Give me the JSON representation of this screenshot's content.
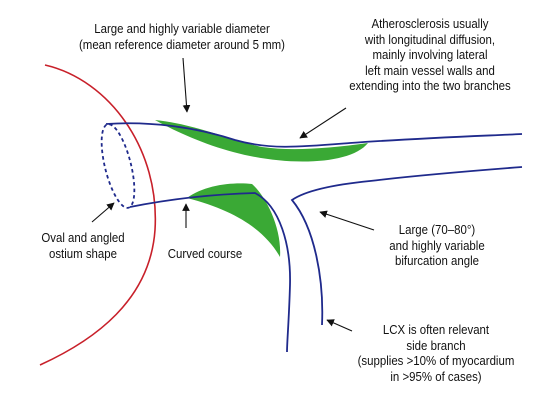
{
  "annotations": {
    "diameter": {
      "line1": "Large and highly variable diameter",
      "line2": "(mean reference diameter around 5 mm)"
    },
    "atherosclerosis": {
      "line1": "Atherosclerosis usually",
      "line2": "with longitudinal diffusion,",
      "line3": "mainly involving lateral",
      "line4": "left main vessel walls and",
      "line5": "extending into the two branches"
    },
    "ostium": {
      "line1": "Oval and angled",
      "line2": "ostium shape"
    },
    "curved": {
      "line1": "Curved course"
    },
    "bifurcation": {
      "line1": "Large (70–80°)",
      "line2": "and highly variable",
      "line3": "bifurcation angle"
    },
    "lcx": {
      "line1": "LCX is often relevant",
      "line2": "side branch",
      "line3": "(supplies >10% of myocardium",
      "line4": "in >95% of cases)"
    }
  },
  "colors": {
    "aorta_wall": "#c8202a",
    "vessel_wall": "#1f2a8c",
    "plaque": "#3aa935",
    "arrow": "#111111"
  }
}
